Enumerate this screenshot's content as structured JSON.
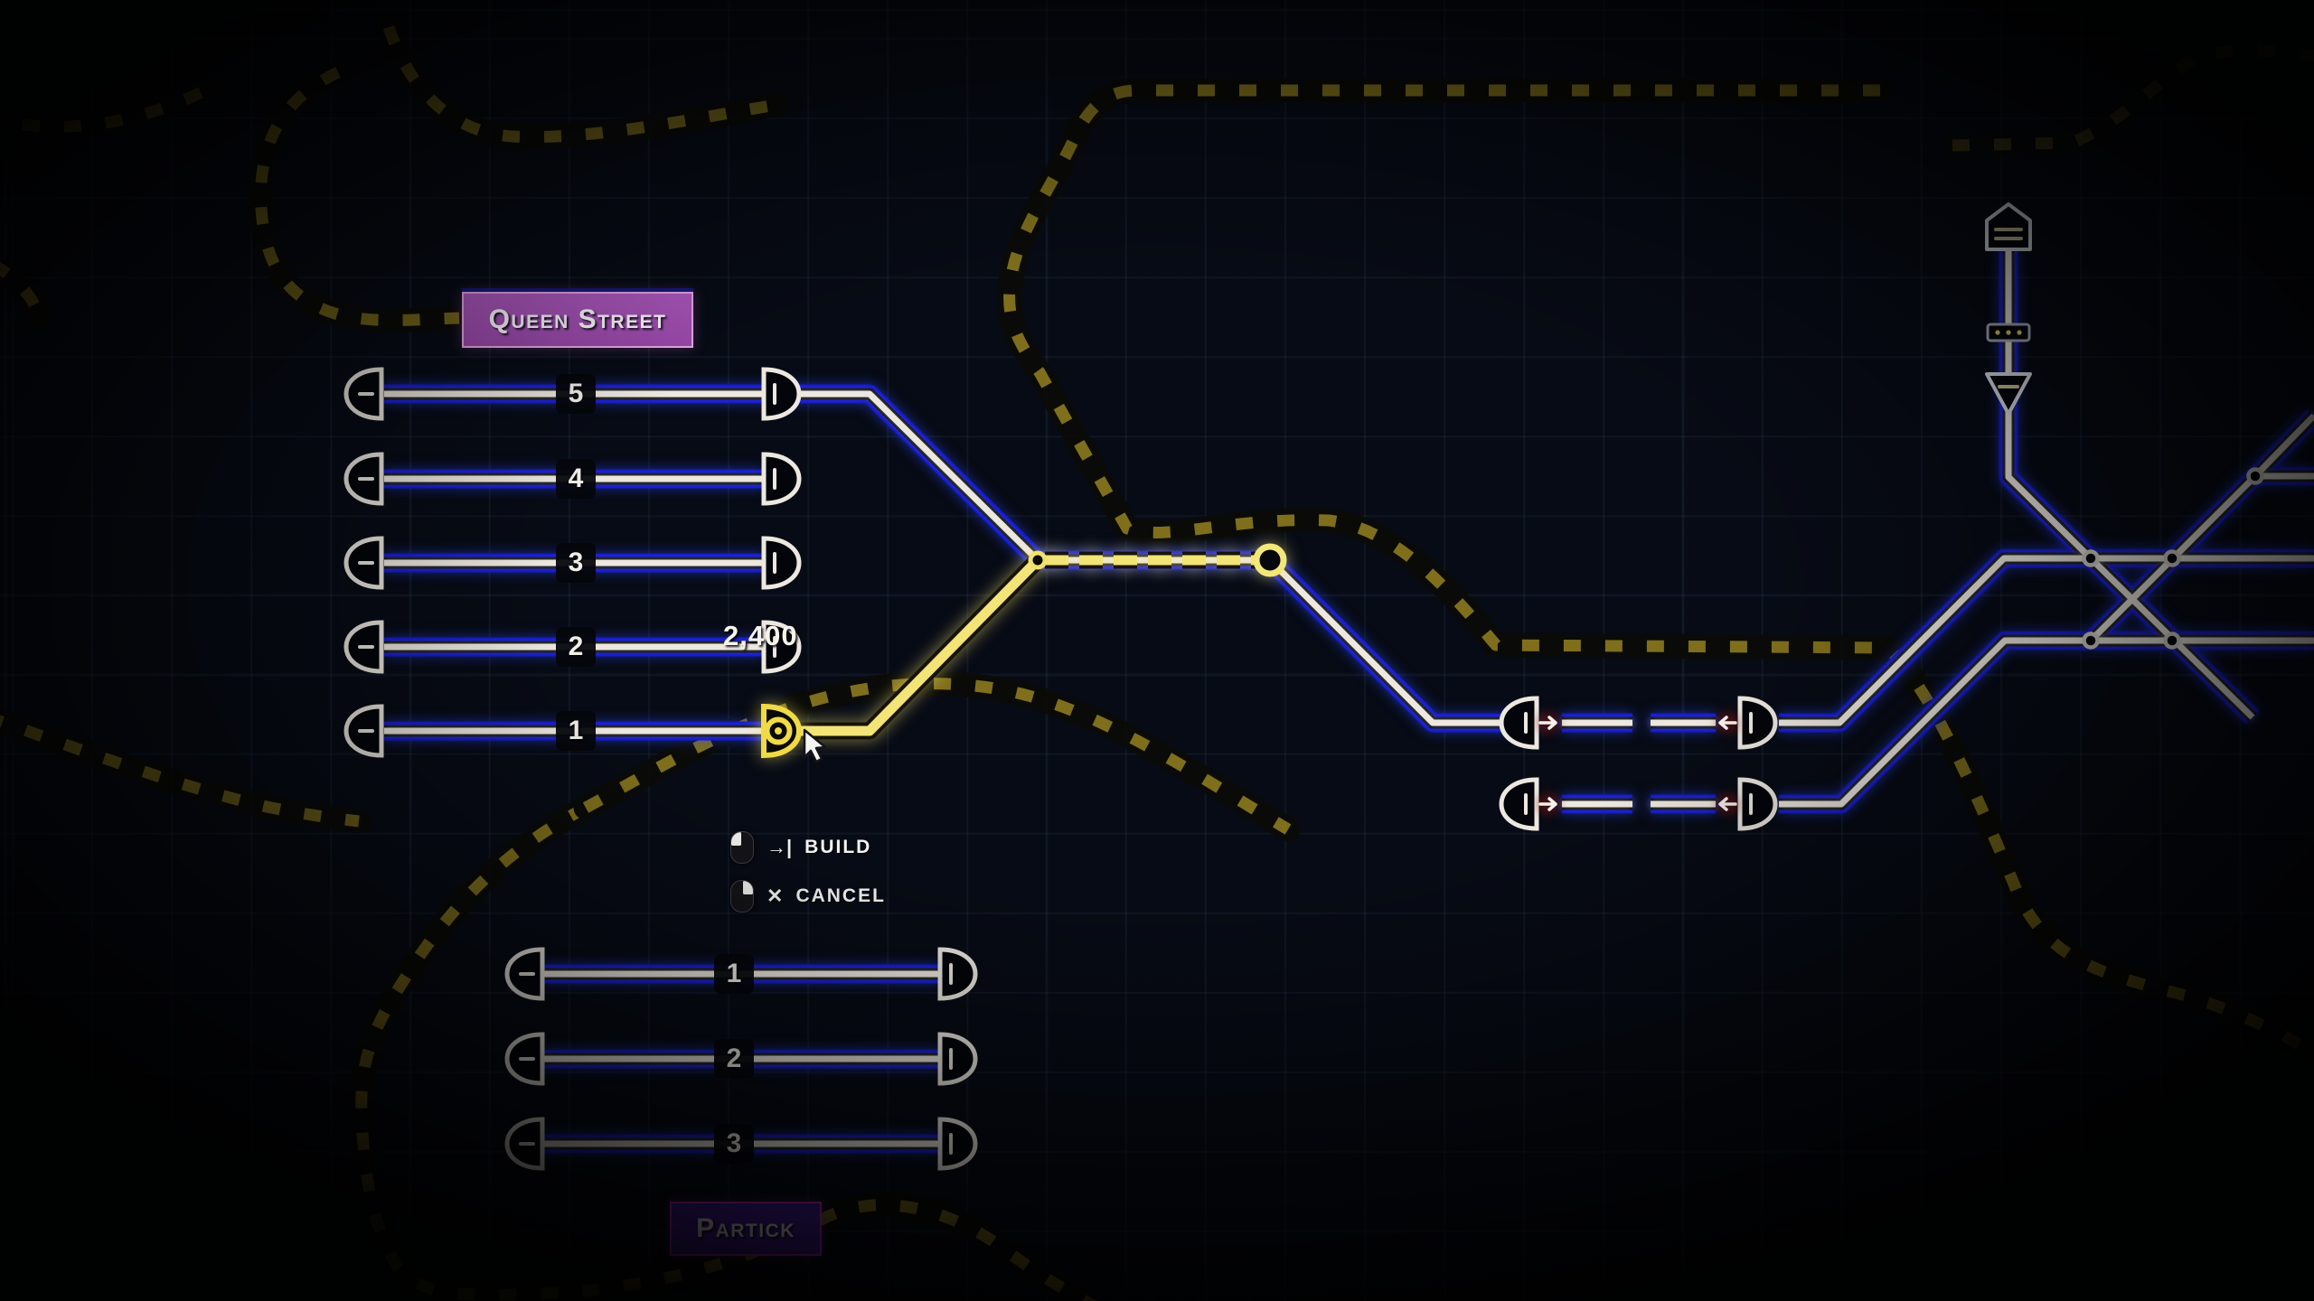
{
  "map": {
    "stations": {
      "queen_street": {
        "name": "Queen Street",
        "platforms": [
          "5",
          "4",
          "3",
          "2",
          "1"
        ]
      },
      "partick": {
        "name": "Partick",
        "platforms": [
          "1",
          "2",
          "3"
        ]
      }
    },
    "build_preview": {
      "cost": "2,400"
    }
  },
  "hints": {
    "build": {
      "label": "BUILD",
      "glyph": "→|",
      "mouse_button": "left"
    },
    "cancel": {
      "label": "CANCEL",
      "glyph": "✕",
      "mouse_button": "right"
    }
  },
  "icons": {
    "depot": "depot-house-icon",
    "sensor": "sensor-dots-icon",
    "signal": "signal-triangle-icon"
  },
  "colors": {
    "track_blue": "#1118cf",
    "track_white": "#ece8e0",
    "build_yellow": "#f2e476",
    "hazard_yellow": "#8c7a1d",
    "queen_label_bg": "#a855c0",
    "partick_label_bg": "#4a20aa"
  }
}
